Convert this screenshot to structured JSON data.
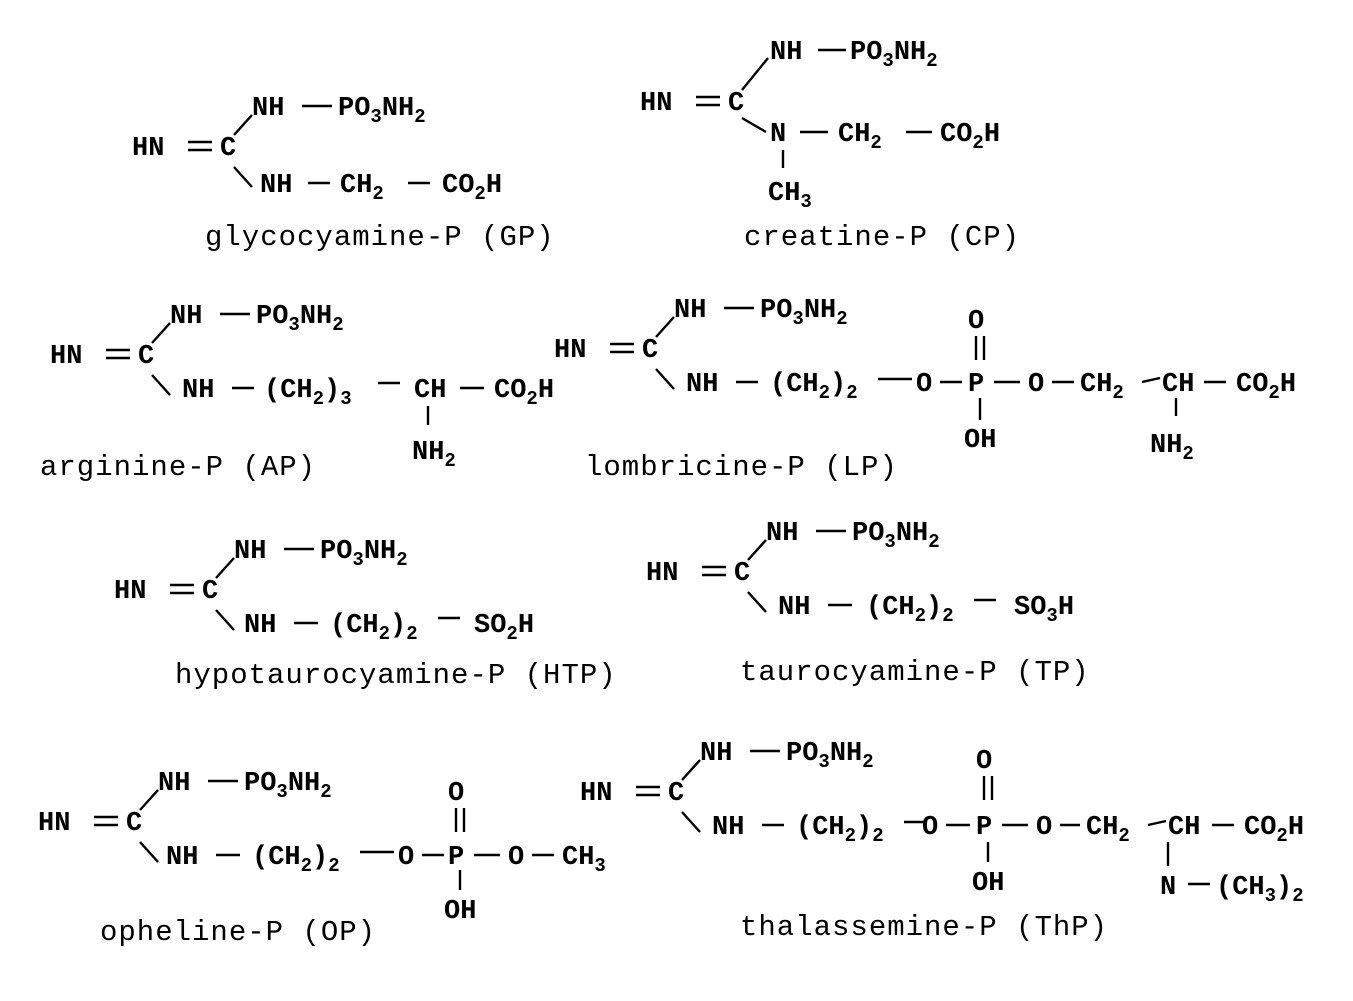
{
  "atoms": {
    "nh": "NH",
    "hn": "HN",
    "c": "C",
    "n": "N",
    "ch": "CH",
    "o": "O",
    "p": "P",
    "oh": "OH",
    "h": "H",
    "po": "PO",
    "co": "CO",
    "so": "SO",
    "n_ch3_2": "N",
    "paren_open": "(",
    "paren_close": ")"
  },
  "subscripts": {
    "two": "2",
    "three": "3"
  },
  "groups": {
    "ch2": "CH",
    "ch3": "CH",
    "nh2": "NH"
  },
  "compounds": [
    {
      "id": "gp",
      "caption": "glycocyamine-P (GP)"
    },
    {
      "id": "cp",
      "caption": "creatine-P (CP)"
    },
    {
      "id": "ap",
      "caption": "arginine-P (AP)"
    },
    {
      "id": "lp",
      "caption": "lombricine-P (LP)"
    },
    {
      "id": "htp",
      "caption": "hypotaurocyamine-P (HTP)"
    },
    {
      "id": "tp",
      "caption": "taurocyamine-P (TP)"
    },
    {
      "id": "op",
      "caption": "opheline-P (OP)"
    },
    {
      "id": "thp",
      "caption": "thalassemine-P (ThP)"
    }
  ]
}
